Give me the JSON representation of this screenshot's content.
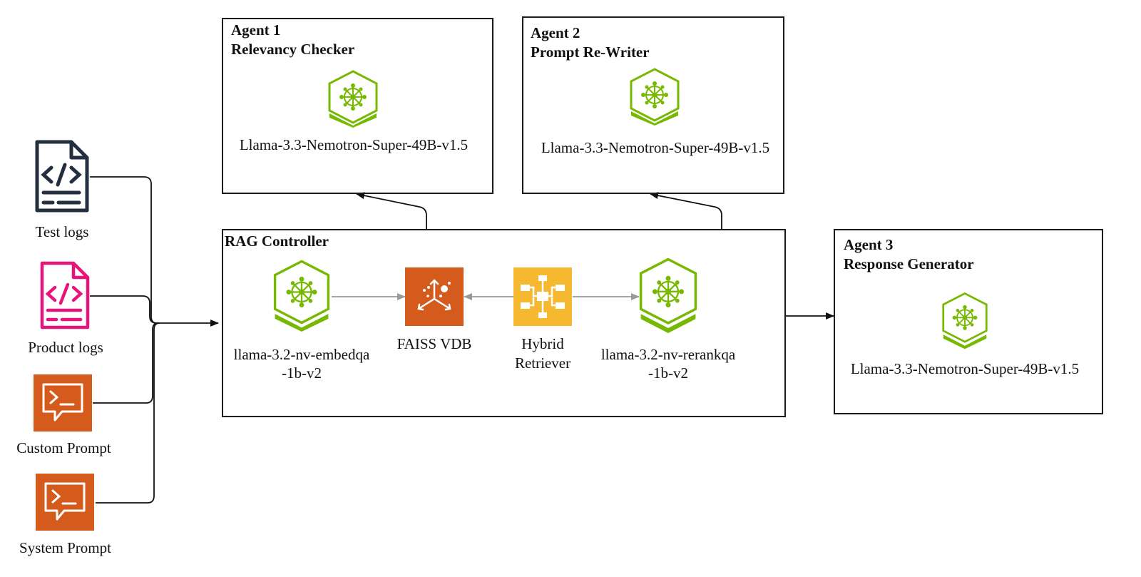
{
  "inputs": [
    {
      "label": "Test logs",
      "icon": "code-file-icon",
      "color": "#232f3e"
    },
    {
      "label": "Product logs",
      "icon": "code-file-icon",
      "color": "#e7157b"
    },
    {
      "label": "Custom Prompt",
      "icon": "prompt-terminal-icon",
      "color": "#d45b1c"
    },
    {
      "label": "System Prompt",
      "icon": "prompt-terminal-icon",
      "color": "#d45b1c"
    }
  ],
  "agent1": {
    "line1": "Agent 1",
    "line2": "Relevancy Checker",
    "model": "Llama-3.3-Nemotron-Super-49B-v1.5"
  },
  "agent2": {
    "line1": "Agent 2",
    "line2": "Prompt Re-Writer",
    "model": "Llama-3.3-Nemotron-Super-49B-v1.5"
  },
  "agent3": {
    "line1": "Agent 3",
    "line2": "Response Generator",
    "model": "Llama-3.3-Nemotron-Super-49B-v1.5"
  },
  "rag": {
    "title": "RAG Controller",
    "embed": {
      "line1": "llama-3.2-nv-embedqa",
      "line2": "-1b-v2"
    },
    "faiss": {
      "label": "FAISS VDB"
    },
    "hybrid": {
      "line1": "Hybrid",
      "line2": "Retriever"
    },
    "rerank": {
      "line1": "llama-3.2-nv-rerankqa",
      "line2": "-1b-v2"
    }
  },
  "colors": {
    "nim_green": "#76b900",
    "faiss_orange": "#d45b1c",
    "retriever_yellow": "#f5b82e",
    "arrow_gray": "#999999"
  }
}
